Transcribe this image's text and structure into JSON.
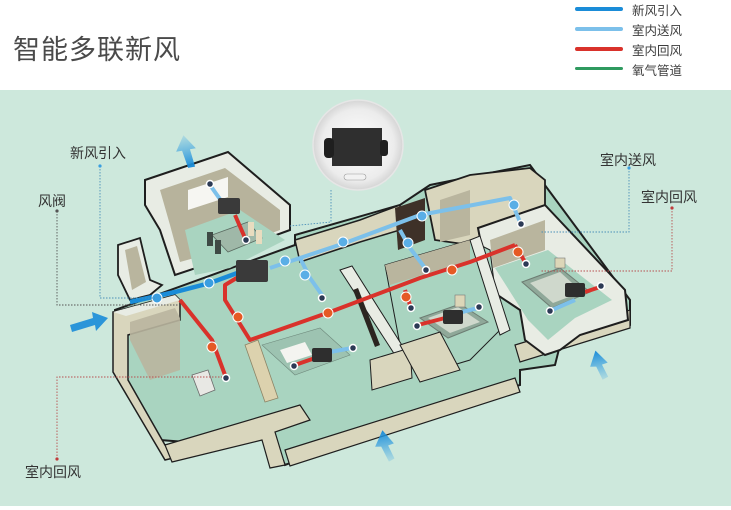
{
  "header": {
    "title": "智能多联新风"
  },
  "legend": {
    "items": [
      {
        "label": "新风引入",
        "color": "#1a8cd8"
      },
      {
        "label": "室内送风",
        "color": "#7cc0ea"
      },
      {
        "label": "室内回风",
        "color": "#d9322b"
      },
      {
        "label": "氧气管道",
        "color": "#2f9a5f"
      }
    ]
  },
  "callouts": {
    "fresh_air_intake": "新风引入",
    "damper": "风阀",
    "indoor_supply": "室内送风",
    "indoor_return_right": "室内回风",
    "indoor_return_left": "室内回风"
  },
  "colors": {
    "background": "#cde8dc",
    "floor": "#a9d4c0",
    "wall_top": "#e8ece4",
    "wall_side": "#d9d6bd",
    "wall_dark": "#b9b59e",
    "fresh_pipe": "#1a8cd8",
    "supply_pipe": "#7cc0ea",
    "return_pipe": "#d9322b",
    "unit": "#3a3a3a"
  }
}
